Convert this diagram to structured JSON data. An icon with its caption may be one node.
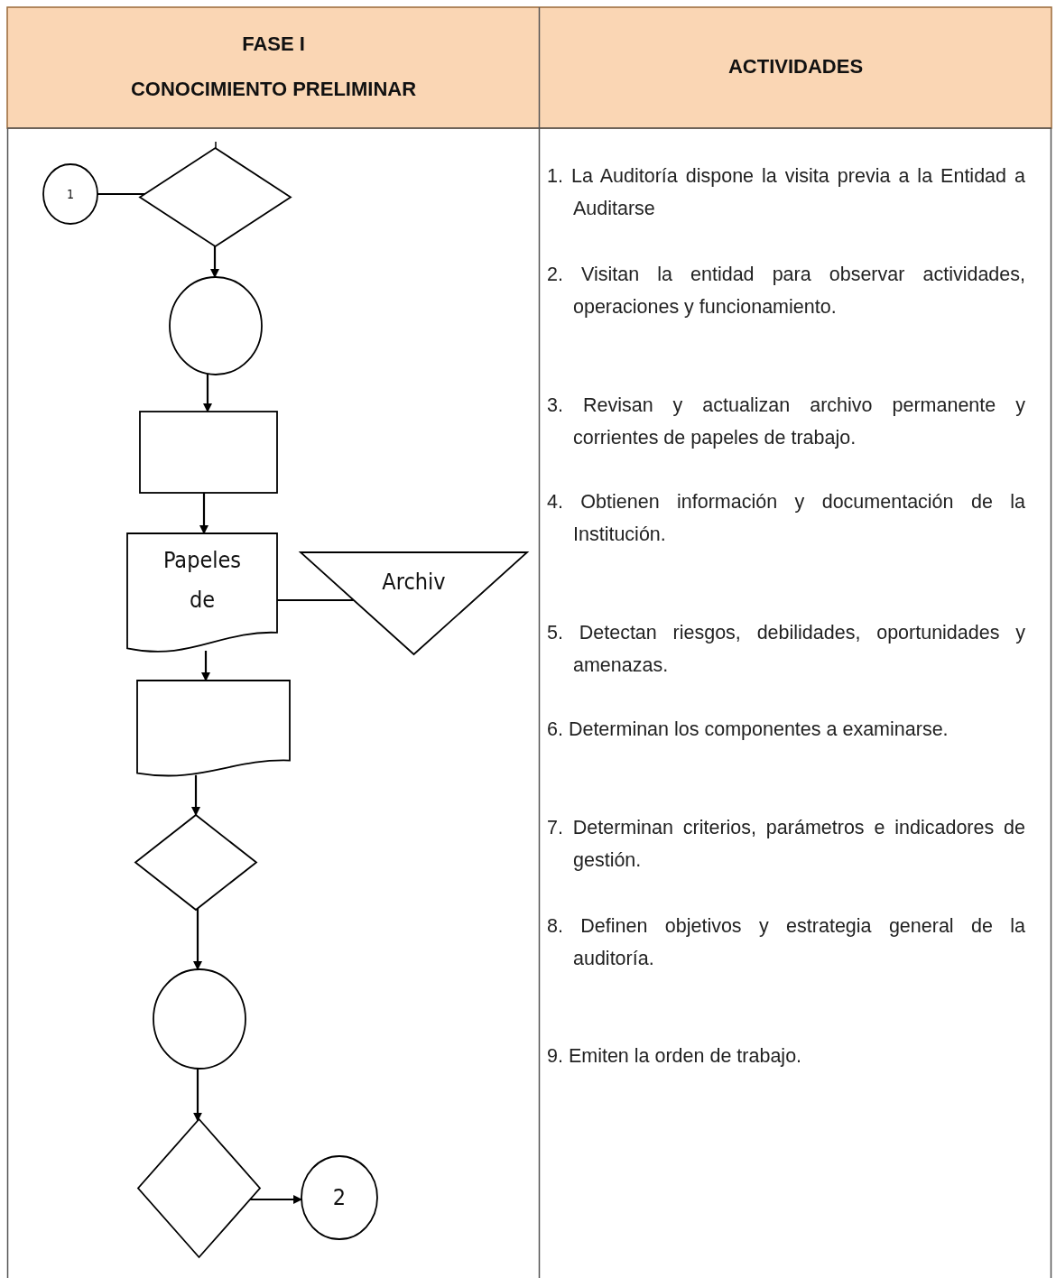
{
  "diagram": {
    "nodes": [
      {
        "text": [
          "1"
        ]
      },
      {
        "text": [],
        "shape": "diamond"
      },
      {
        "text": [],
        "shape": "circle"
      },
      {
        "text": [],
        "shape": "box"
      },
      {
        "text": [
          "Papeles de"
        ]
      },
      {
        "text": [
          "Archiv"
        ]
      },
      {
        "text": [],
        "shape": "document"
      },
      {
        "text": [],
        "shape": "diamond"
      },
      {
        "text": [],
        "shape": "circle"
      },
      {
        "text": [],
        "shape": "diamond"
      },
      {
        "text": [
          "2"
        ]
      }
    ],
    "edges": [
      {
        "from": 0,
        "to": 1,
        "arrow": "none"
      },
      {
        "from": 1,
        "to": 2,
        "arrow": "to"
      },
      {
        "from": 2,
        "to": 3,
        "arrow": "to"
      },
      {
        "from": 3,
        "to": 4,
        "arrow": "to"
      },
      {
        "from": 4,
        "to": 5,
        "arrow": "none"
      },
      {
        "from": 4,
        "to": 6,
        "arrow": "to"
      },
      {
        "from": 6,
        "to": 7,
        "arrow": "to"
      },
      {
        "from": 7,
        "to": 8,
        "arrow": "to"
      },
      {
        "from": 8,
        "to": 9,
        "arrow": "to"
      },
      {
        "from": 9,
        "to": 10,
        "arrow": "to"
      }
    ],
    "labels": [
      "FASE I",
      "CONOCIMIENTO PRELIMINAR",
      "ACTIVIDADES",
      "1. La Auditoría dispone la visita previa a la Entidad a Auditarse",
      "2. Visitan la entidad para observar actividades, operaciones y funcionamiento.",
      "3. Revisan y actualizan archivo permanente y corrientes de papeles de trabajo.",
      "4. Obtienen información y documentación de la Institución.",
      "5. Detectan riesgos, debilidades, oportunidades y amenazas.",
      "6. Determinan los componentes a examinarse.",
      "7. Determinan criterios, parámetros e indicadores de gestión.",
      "8. Definen objetivos y estrategia general de la auditoría.",
      "9. Emiten la orden de trabajo."
    ]
  }
}
